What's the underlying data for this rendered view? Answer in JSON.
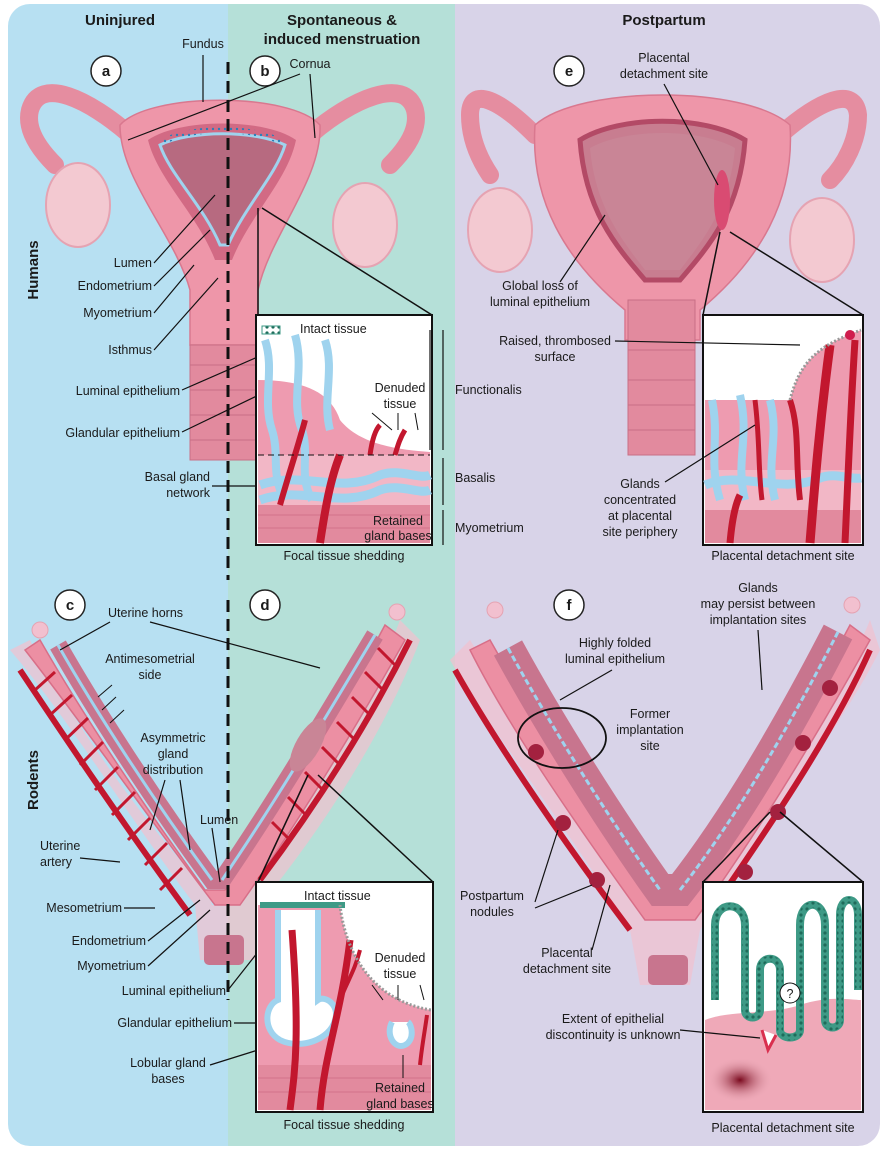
{
  "headers": {
    "uninjured": "Uninjured",
    "menstruation_line1": "Spontaneous &",
    "menstruation_line2": "induced menstruation",
    "postpartum": "Postpartum"
  },
  "side_labels": {
    "humans": "Humans",
    "rodents": "Rodents"
  },
  "panel_letters": {
    "a": "a",
    "b": "b",
    "c": "c",
    "d": "d",
    "e": "e",
    "f": "f"
  },
  "panel_a": {
    "fundus": "Fundus",
    "cornua": "Cornua",
    "lumen": "Lumen",
    "endometrium": "Endometrium",
    "myometrium": "Myometrium",
    "isthmus": "Isthmus",
    "luminal_epithelium": "Luminal epithelium",
    "glandular_epithelium": "Glandular epithelium",
    "basal_gland_line1": "Basal gland",
    "basal_gland_line2": "network"
  },
  "panel_b": {
    "intact_tissue": "Intact tissue",
    "denuded_line1": "Denuded",
    "denuded_line2": "tissue",
    "functionalis": "Functionalis",
    "basalis": "Basalis",
    "myometrium": "Myometrium",
    "retained_line1": "Retained",
    "retained_line2": "gland bases",
    "caption": "Focal tissue shedding"
  },
  "panel_e": {
    "placental_line1": "Placental",
    "placental_line2": "detachment site",
    "global_loss_line1": "Global loss of",
    "global_loss_line2": "luminal epithelium",
    "raised_line1": "Raised, thrombosed",
    "raised_line2": "surface",
    "glands_line1": "Glands",
    "glands_line2": "concentrated",
    "glands_line3": "at placental",
    "glands_line4": "site periphery",
    "caption": "Placental detachment site"
  },
  "panel_c": {
    "uterine_horns": "Uterine horns",
    "antimesometrial_line1": "Antimesometrial",
    "antimesometrial_line2": "side",
    "asymmetric_line1": "Asymmetric",
    "asymmetric_line2": "gland",
    "asymmetric_line3": "distribution",
    "lumen": "Lumen",
    "uterine_artery_line1": "Uterine",
    "uterine_artery_line2": "artery",
    "mesometrium": "Mesometrium",
    "endometrium": "Endometrium",
    "myometrium": "Myometrium",
    "luminal_epithelium": "Luminal epithelium",
    "glandular_epithelium": "Glandular epithelium",
    "lobular_line1": "Lobular gland",
    "lobular_line2": "bases"
  },
  "panel_d": {
    "intact_tissue": "Intact tissue",
    "denuded_line1": "Denuded",
    "denuded_line2": "tissue",
    "retained_line1": "Retained",
    "retained_line2": "gland bases",
    "caption": "Focal tissue shedding"
  },
  "panel_f": {
    "glands_persist_line1": "Glands",
    "glands_persist_line2": "may persist between",
    "glands_persist_line3": "implantation sites",
    "highly_folded_line1": "Highly folded",
    "highly_folded_line2": "luminal epithelium",
    "former_line1": "Former",
    "former_line2": "implantation",
    "former_line3": "site",
    "nodules_line1": "Postpartum",
    "nodules_line2": "nodules",
    "placental_line1": "Placental",
    "placental_line2": "detachment site",
    "question_mark": "?",
    "extent_line1": "Extent of epithelial",
    "extent_line2": "discontinuity is unknown",
    "caption": "Placental detachment site"
  },
  "colors": {
    "uninjured_bg": "#b7e0f2",
    "menstruation_bg": "#b5e0d8",
    "postpartum_bg": "#d8d3e8",
    "tissue_pink": "#ec8fa3",
    "endometrium_pink": "#d66c86",
    "artery_red": "#c2172e",
    "epithelium_blue": "#9fd3ee",
    "green_epithelium": "#3e9a86"
  }
}
